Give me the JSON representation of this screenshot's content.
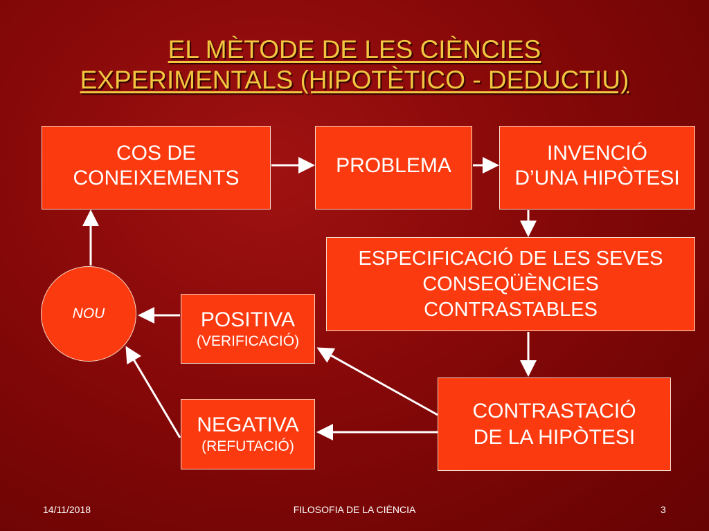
{
  "title": {
    "line1": "EL MÈTODE DE LES CIÈNCIES",
    "line2": "EXPERIMENTALS (HIPOTÈTICO - DEDUCTIU)"
  },
  "nodes": {
    "cos": {
      "lines": [
        "COS DE",
        "CONEIXEMENTS"
      ]
    },
    "problema": {
      "lines": [
        "PROBLEMA"
      ]
    },
    "invencio": {
      "lines": [
        "INVENCIÓ",
        "D’UNA HIPÒTESI"
      ]
    },
    "especificacio": {
      "lines": [
        "ESPECIFICACIÓ DE LES SEVES",
        "CONSEQÜÈNCIES",
        "CONTRASTABLES"
      ]
    },
    "positiva": {
      "main": "POSITIVA",
      "sub": "(VERIFICACIÓ)"
    },
    "negativa": {
      "main": "NEGATIVA",
      "sub": "(REFUTACIÓ)"
    },
    "contrastacio": {
      "lines": [
        "CONTRASTACIÓ",
        "DE LA HIPÒTESI"
      ]
    },
    "nou": {
      "label": "NOU"
    }
  },
  "footer": {
    "date": "14/11/2018",
    "center": "FILOSOFIA DE LA CIÈNCIA",
    "page": "3"
  },
  "colors": {
    "box_fill": "#fb3a10",
    "title_text": "#f2c640",
    "background": "#860808",
    "arrow": "#ffffff"
  }
}
